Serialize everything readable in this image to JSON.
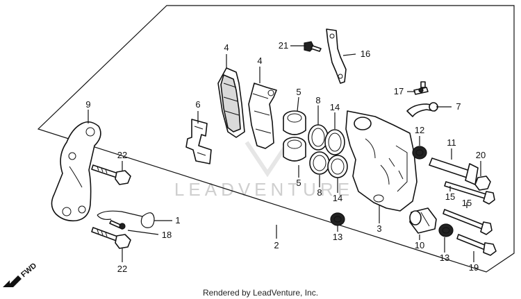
{
  "diagram": {
    "callouts": [
      {
        "id": "c1",
        "text": "1"
      },
      {
        "id": "c2",
        "text": "2"
      },
      {
        "id": "c3",
        "text": "3"
      },
      {
        "id": "c4a",
        "text": "4"
      },
      {
        "id": "c4b",
        "text": "4"
      },
      {
        "id": "c5a",
        "text": "5"
      },
      {
        "id": "c5b",
        "text": "5"
      },
      {
        "id": "c6",
        "text": "6"
      },
      {
        "id": "c7",
        "text": "7"
      },
      {
        "id": "c8a",
        "text": "8"
      },
      {
        "id": "c8b",
        "text": "8"
      },
      {
        "id": "c9",
        "text": "9"
      },
      {
        "id": "c10",
        "text": "10"
      },
      {
        "id": "c11",
        "text": "11"
      },
      {
        "id": "c12",
        "text": "12"
      },
      {
        "id": "c13a",
        "text": "13"
      },
      {
        "id": "c13b",
        "text": "13"
      },
      {
        "id": "c14a",
        "text": "14"
      },
      {
        "id": "c14b",
        "text": "14"
      },
      {
        "id": "c15a",
        "text": "15"
      },
      {
        "id": "c15b",
        "text": "15"
      },
      {
        "id": "c16",
        "text": "16"
      },
      {
        "id": "c17",
        "text": "17"
      },
      {
        "id": "c18",
        "text": "18"
      },
      {
        "id": "c19",
        "text": "19"
      },
      {
        "id": "c20",
        "text": "20"
      },
      {
        "id": "c21",
        "text": "21"
      },
      {
        "id": "c22a",
        "text": "22"
      },
      {
        "id": "c22b",
        "text": "22"
      }
    ],
    "direction_label": "FWD",
    "watermark": "LEADVENTURE",
    "credit": "Rendered by LeadVenture, Inc."
  }
}
